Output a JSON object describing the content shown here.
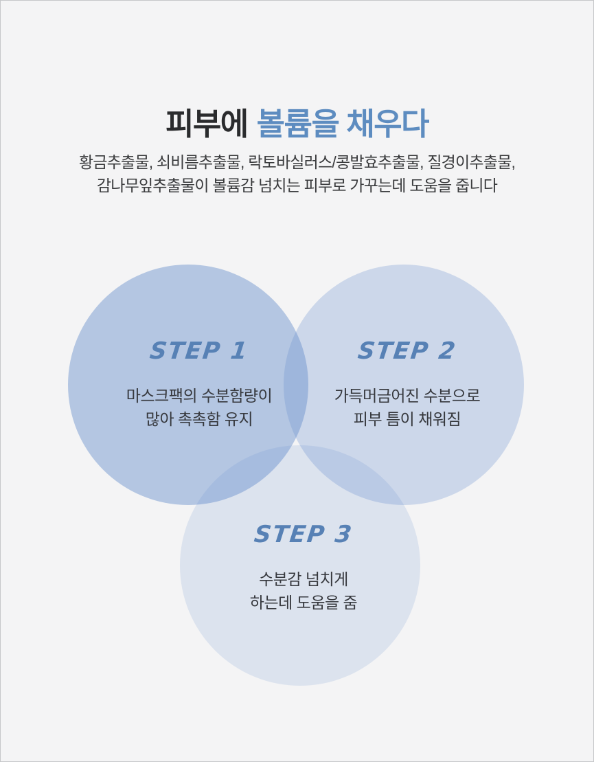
{
  "page": {
    "bg_color": "#f4f4f5"
  },
  "title": {
    "part_dark": "피부에",
    "part_blue": "볼륨을 채우다",
    "dark_color": "#2a2b2d",
    "blue_color": "#5d8cc0"
  },
  "subtitle": {
    "line1": "황금추출물, 쇠비름추출물, 락토바실러스/콩발효추출물, 질경이추출물,",
    "line2": "감나무잎추출물이 볼륨감 넘치는 피부로 가꾸는데 도움을 줍니다",
    "text_color": "#3a3b3d"
  },
  "venn": {
    "label_color": "#5781b5",
    "body_color": "#36383d",
    "circles": [
      {
        "name": "venn-circle-step1",
        "fill": "rgba(102,141,205,0.45)",
        "approx_hex": "#b3c8e6"
      },
      {
        "name": "venn-circle-step2",
        "fill": "rgba(102,141,205,0.28)",
        "approx_hex": "#cdd9ed"
      },
      {
        "name": "venn-circle-step3",
        "fill": "rgba(102,141,205,0.17)",
        "approx_hex": "#dde4f0"
      }
    ]
  },
  "steps": [
    {
      "label": "STEP 1",
      "line1": "마스크팩의 수분함량이",
      "line2": "많아 촉촉함 유지"
    },
    {
      "label": "STEP 2",
      "line1": "가득머금어진 수분으로",
      "line2": "피부 틈이 채워짐"
    },
    {
      "label": "STEP 3",
      "line1": "수분감 넘치게",
      "line2": "하는데 도움을 줌"
    }
  ]
}
